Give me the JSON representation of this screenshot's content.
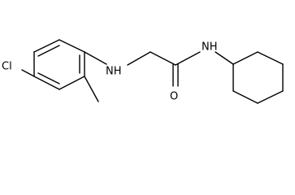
{
  "molecule": {
    "atom_labels": {
      "chlorine": "Cl",
      "amine_nitrogen": "NH",
      "amide_nitrogen": "NH",
      "carbonyl_oxygen": "O"
    }
  }
}
